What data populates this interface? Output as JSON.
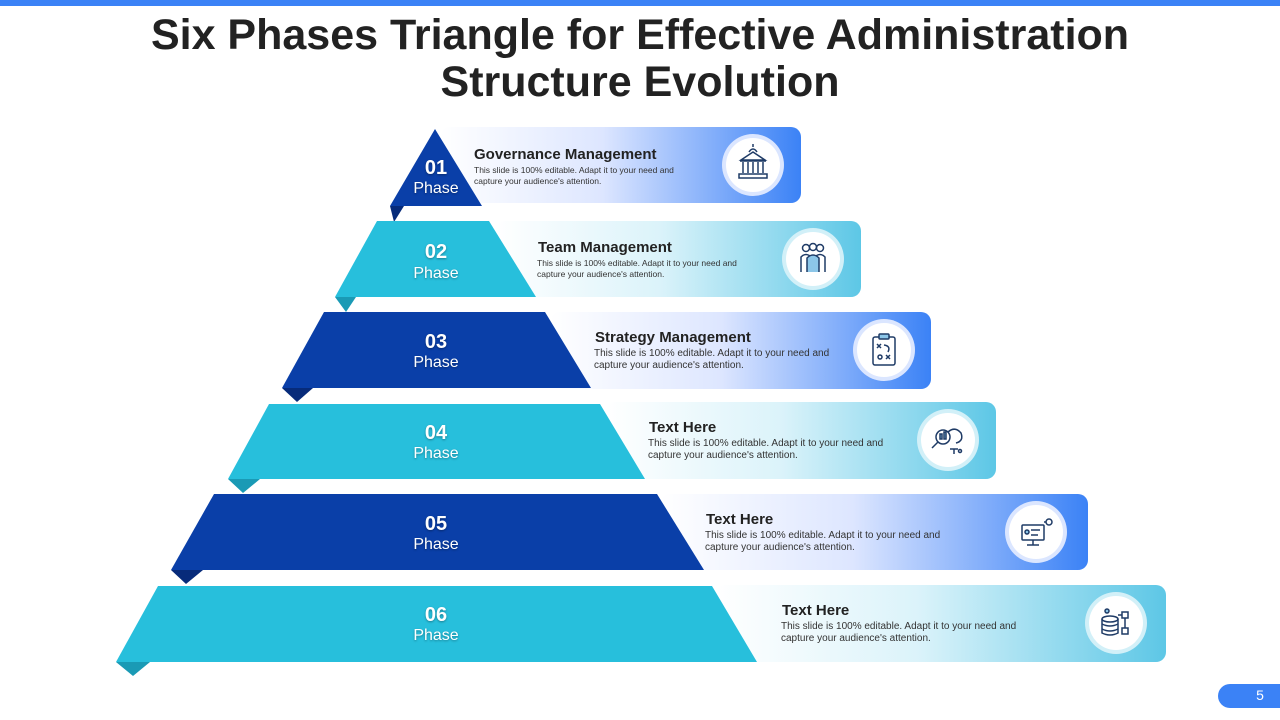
{
  "title_line1": "Six Phases Triangle for Effective Administration",
  "title_line2": "Structure Evolution",
  "page_number": "5",
  "colors": {
    "dark_blue": "#0a3fa8",
    "light_blue": "#27bfdc",
    "bright_blue": "#3b82f6",
    "light_cyan": "#5dc7e6"
  },
  "phases": [
    {
      "num": "01",
      "label": "Phase",
      "title": "Governance Management",
      "desc1": "This slide is 100% editable. Adapt it to your need and",
      "desc2": "capture your audience's attention.",
      "icon": "government-building-icon"
    },
    {
      "num": "02",
      "label": "Phase",
      "title": "Team Management",
      "desc1": "This slide is 100% editable. Adapt it to your need and",
      "desc2": "capture your audience's attention.",
      "icon": "team-people-icon"
    },
    {
      "num": "03",
      "label": "Phase",
      "title": "Strategy Management",
      "desc1": "This slide is 100% editable. Adapt it to your need and",
      "desc2": "capture your audience's attention.",
      "icon": "strategy-clipboard-icon"
    },
    {
      "num": "04",
      "label": "Phase",
      "title": "Text Here",
      "desc1": "This slide is 100% editable. Adapt it to your need and",
      "desc2": "capture your audience's attention.",
      "icon": "analytics-magnifier-icon"
    },
    {
      "num": "05",
      "label": "Phase",
      "title": "Text Here",
      "desc1": "This slide is 100% editable. Adapt it to your need and",
      "desc2": "capture your audience's attention.",
      "icon": "computer-network-icon"
    },
    {
      "num": "06",
      "label": "Phase",
      "title": "Text Here",
      "desc1": "This slide is 100% editable. Adapt it to your need and",
      "desc2": "capture your audience's attention.",
      "icon": "data-stack-icon"
    }
  ]
}
